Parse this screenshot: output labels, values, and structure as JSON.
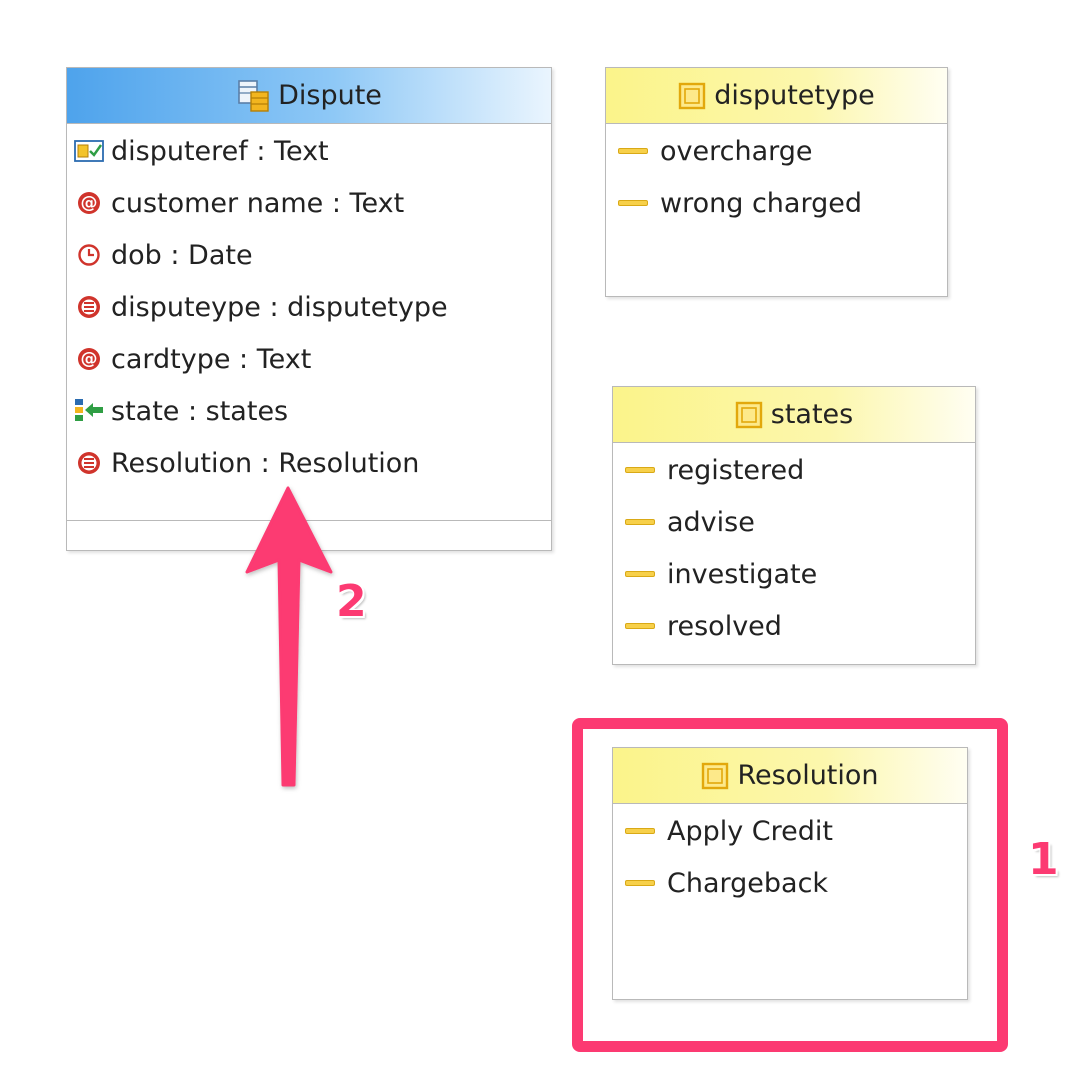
{
  "dispute": {
    "title": "Dispute",
    "attributes": [
      {
        "icon": "id-field-icon",
        "text": "disputeref : Text"
      },
      {
        "icon": "text-attribute-icon",
        "text": "customer name : Text"
      },
      {
        "icon": "date-attribute-icon",
        "text": "dob : Date"
      },
      {
        "icon": "enum-attribute-icon",
        "text": "disputeype : disputetype"
      },
      {
        "icon": "text-attribute-icon",
        "text": "cardtype : Text"
      },
      {
        "icon": "state-attribute-icon",
        "text": "state : states"
      },
      {
        "icon": "enum-attribute-icon",
        "text": "Resolution : Resolution"
      }
    ]
  },
  "disputetype": {
    "title": "disputetype",
    "literals": [
      "overcharge",
      "wrong charged"
    ]
  },
  "states": {
    "title": "states",
    "literals": [
      "registered",
      "advise",
      "investigate",
      "resolved"
    ]
  },
  "resolution": {
    "title": "Resolution",
    "literals": [
      "Apply Credit",
      "Chargeback"
    ]
  },
  "callouts": {
    "one": "1",
    "two": "2"
  },
  "colors": {
    "accent": "#fc3a72",
    "entity_header": "#4ea3ec",
    "enum_header": "#fbf48a",
    "enum_literal": "#f7d04a"
  }
}
